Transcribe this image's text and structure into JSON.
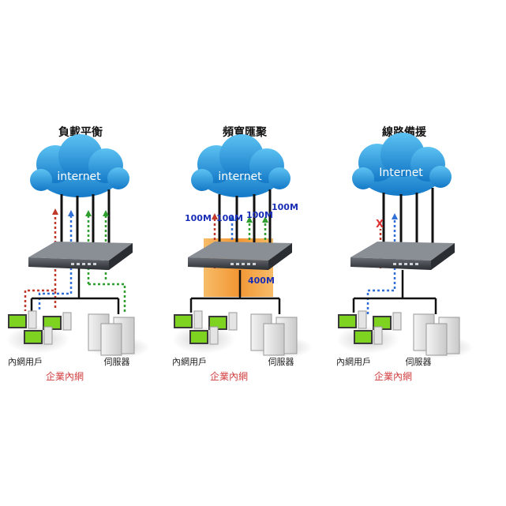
{
  "panels": [
    {
      "id": "load-balance",
      "title": "負載平衡",
      "cloud_label": "internet",
      "users_label": "內網用戶",
      "servers_label": "伺服器",
      "lan_label": "企業內網",
      "bandwidth_labels": []
    },
    {
      "id": "bandwidth-aggregation",
      "title": "頻寬匯聚",
      "cloud_label": "internet",
      "users_label": "內網用戶",
      "servers_label": "伺服器",
      "lan_label": "企業內網",
      "bandwidth_labels": [
        "100M",
        "100M",
        "100M",
        "100M",
        "400M"
      ]
    },
    {
      "id": "line-backup",
      "title": "線路備援",
      "cloud_label": "Internet",
      "users_label": "內網用戶",
      "servers_label": "伺服器",
      "lan_label": "企業內網",
      "bandwidth_labels": [],
      "failed_mark": "X"
    }
  ],
  "colors": {
    "cloud": "#2fa8e8",
    "cloud_dark": "#1479c7",
    "device": "#3b3f45",
    "line": "#111111",
    "path_red": "#c0392b",
    "path_blue": "#2f6fd6",
    "path_green": "#2f9e2f",
    "highlight": "#f39a2c",
    "lan_text": "#d04040"
  }
}
